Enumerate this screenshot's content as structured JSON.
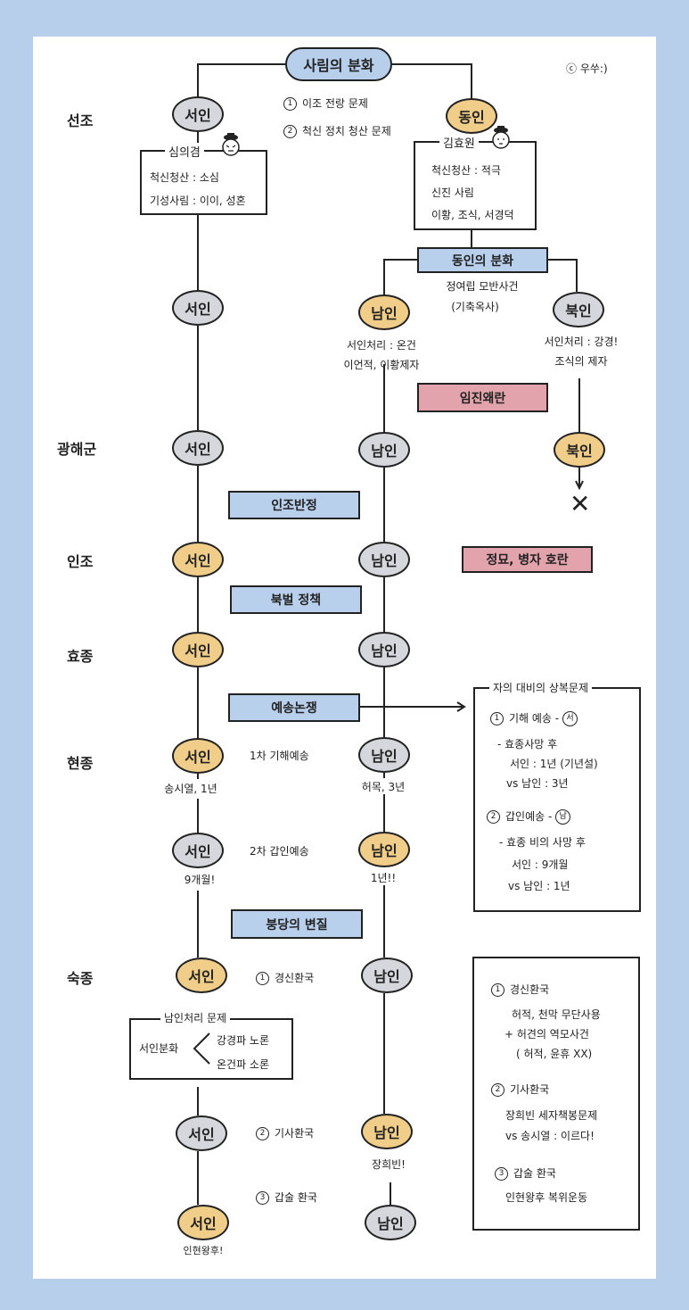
{
  "title": "사림의 분화",
  "copyright": "ⓒ 우쑤:)",
  "kings": [
    "선조",
    "광해군",
    "인조",
    "효종",
    "현종",
    "숙종"
  ],
  "causes": [
    "이조 전랑 문제",
    "척신 정치 청산 문제"
  ],
  "parties": {
    "seoin": "서인",
    "dongin": "동인",
    "namin": "남인",
    "bukin": "북인"
  },
  "seoin_box": {
    "leader": "심의겸",
    "line1": "척신청산 : 소심",
    "line2": "기성사림 : 이이, 성혼"
  },
  "dongin_box": {
    "leader": "김효원",
    "line1": "척신청산 : 적극",
    "line2": "신진 사림",
    "line3": "이황, 조식, 서경덕"
  },
  "dongin_split": {
    "label": "동인의 분화",
    "event": "정여립 모반사건",
    "event2": "(기축옥사)"
  },
  "namin_note": {
    "line1": "서인처리 : 온건",
    "line2": "이언적, 이황제자"
  },
  "bukin_note": {
    "line1": "서인처리 : 강경!",
    "line2": "조식의 제자"
  },
  "events": {
    "imjin": "임진왜란",
    "injo_coup": "인조반정",
    "horan": "정묘, 병자 호란",
    "bukbeol": "북벌 정책",
    "yesong": "예송논쟁",
    "bungdang": "붕당의 변질"
  },
  "x_mark": "✕",
  "hyeonjong": {
    "r1": "1차 기해예송",
    "seoin1": "송시열, 1년",
    "namin1": "허목, 3년",
    "r2": "2차 갑인예송",
    "seoin2": "9개월!",
    "namin2": "1년!!"
  },
  "yesong_box": {
    "title": "자의 대비의 상복문제",
    "i1_title": "기해 예송 -",
    "i1_badge": "서",
    "i1_line1": "- 효종사망 후",
    "i1_line2": "서인 : 1년 (기년설)",
    "i1_line3": "vs 남인 : 3년",
    "i2_title": "갑인예송 -",
    "i2_badge": "남",
    "i2_line1": "- 효종 비의 사망 후",
    "i2_line2": "서인 : 9개월",
    "i2_line3": "vs 남인 : 1년"
  },
  "sukjong": {
    "e1": "경신환국",
    "e2": "기사환국",
    "e3": "갑술 환국",
    "namin_note": "장희빈!",
    "seoin_note": "인현왕후!"
  },
  "split_box": {
    "title": "남인처리 문제",
    "left": "서인분화",
    "r1": "강경파 노론",
    "r2": "온건파 소론"
  },
  "hwanguk_box": {
    "i1_title": "경신환국",
    "i1_line1": "허적, 천막 무단사용",
    "i1_line2": "+ 허견의 역모사건",
    "i1_line3": "( 허적, 윤휴 XX)",
    "i2_title": "기사환국",
    "i2_line1": "장희빈 세자책봉문제",
    "i2_line2": "vs 송시열 : 이르다!",
    "i3_title": "갑술 환국",
    "i3_line1": "인현왕후 복위운동"
  },
  "nums": [
    "1",
    "2",
    "3"
  ],
  "colors": {
    "background": "#b8cfeb",
    "seoin_gold": "#f0cd88",
    "gray": "#d6d7dc",
    "event_blue": "#b9d0ec",
    "event_pink": "#e3a3ad"
  }
}
